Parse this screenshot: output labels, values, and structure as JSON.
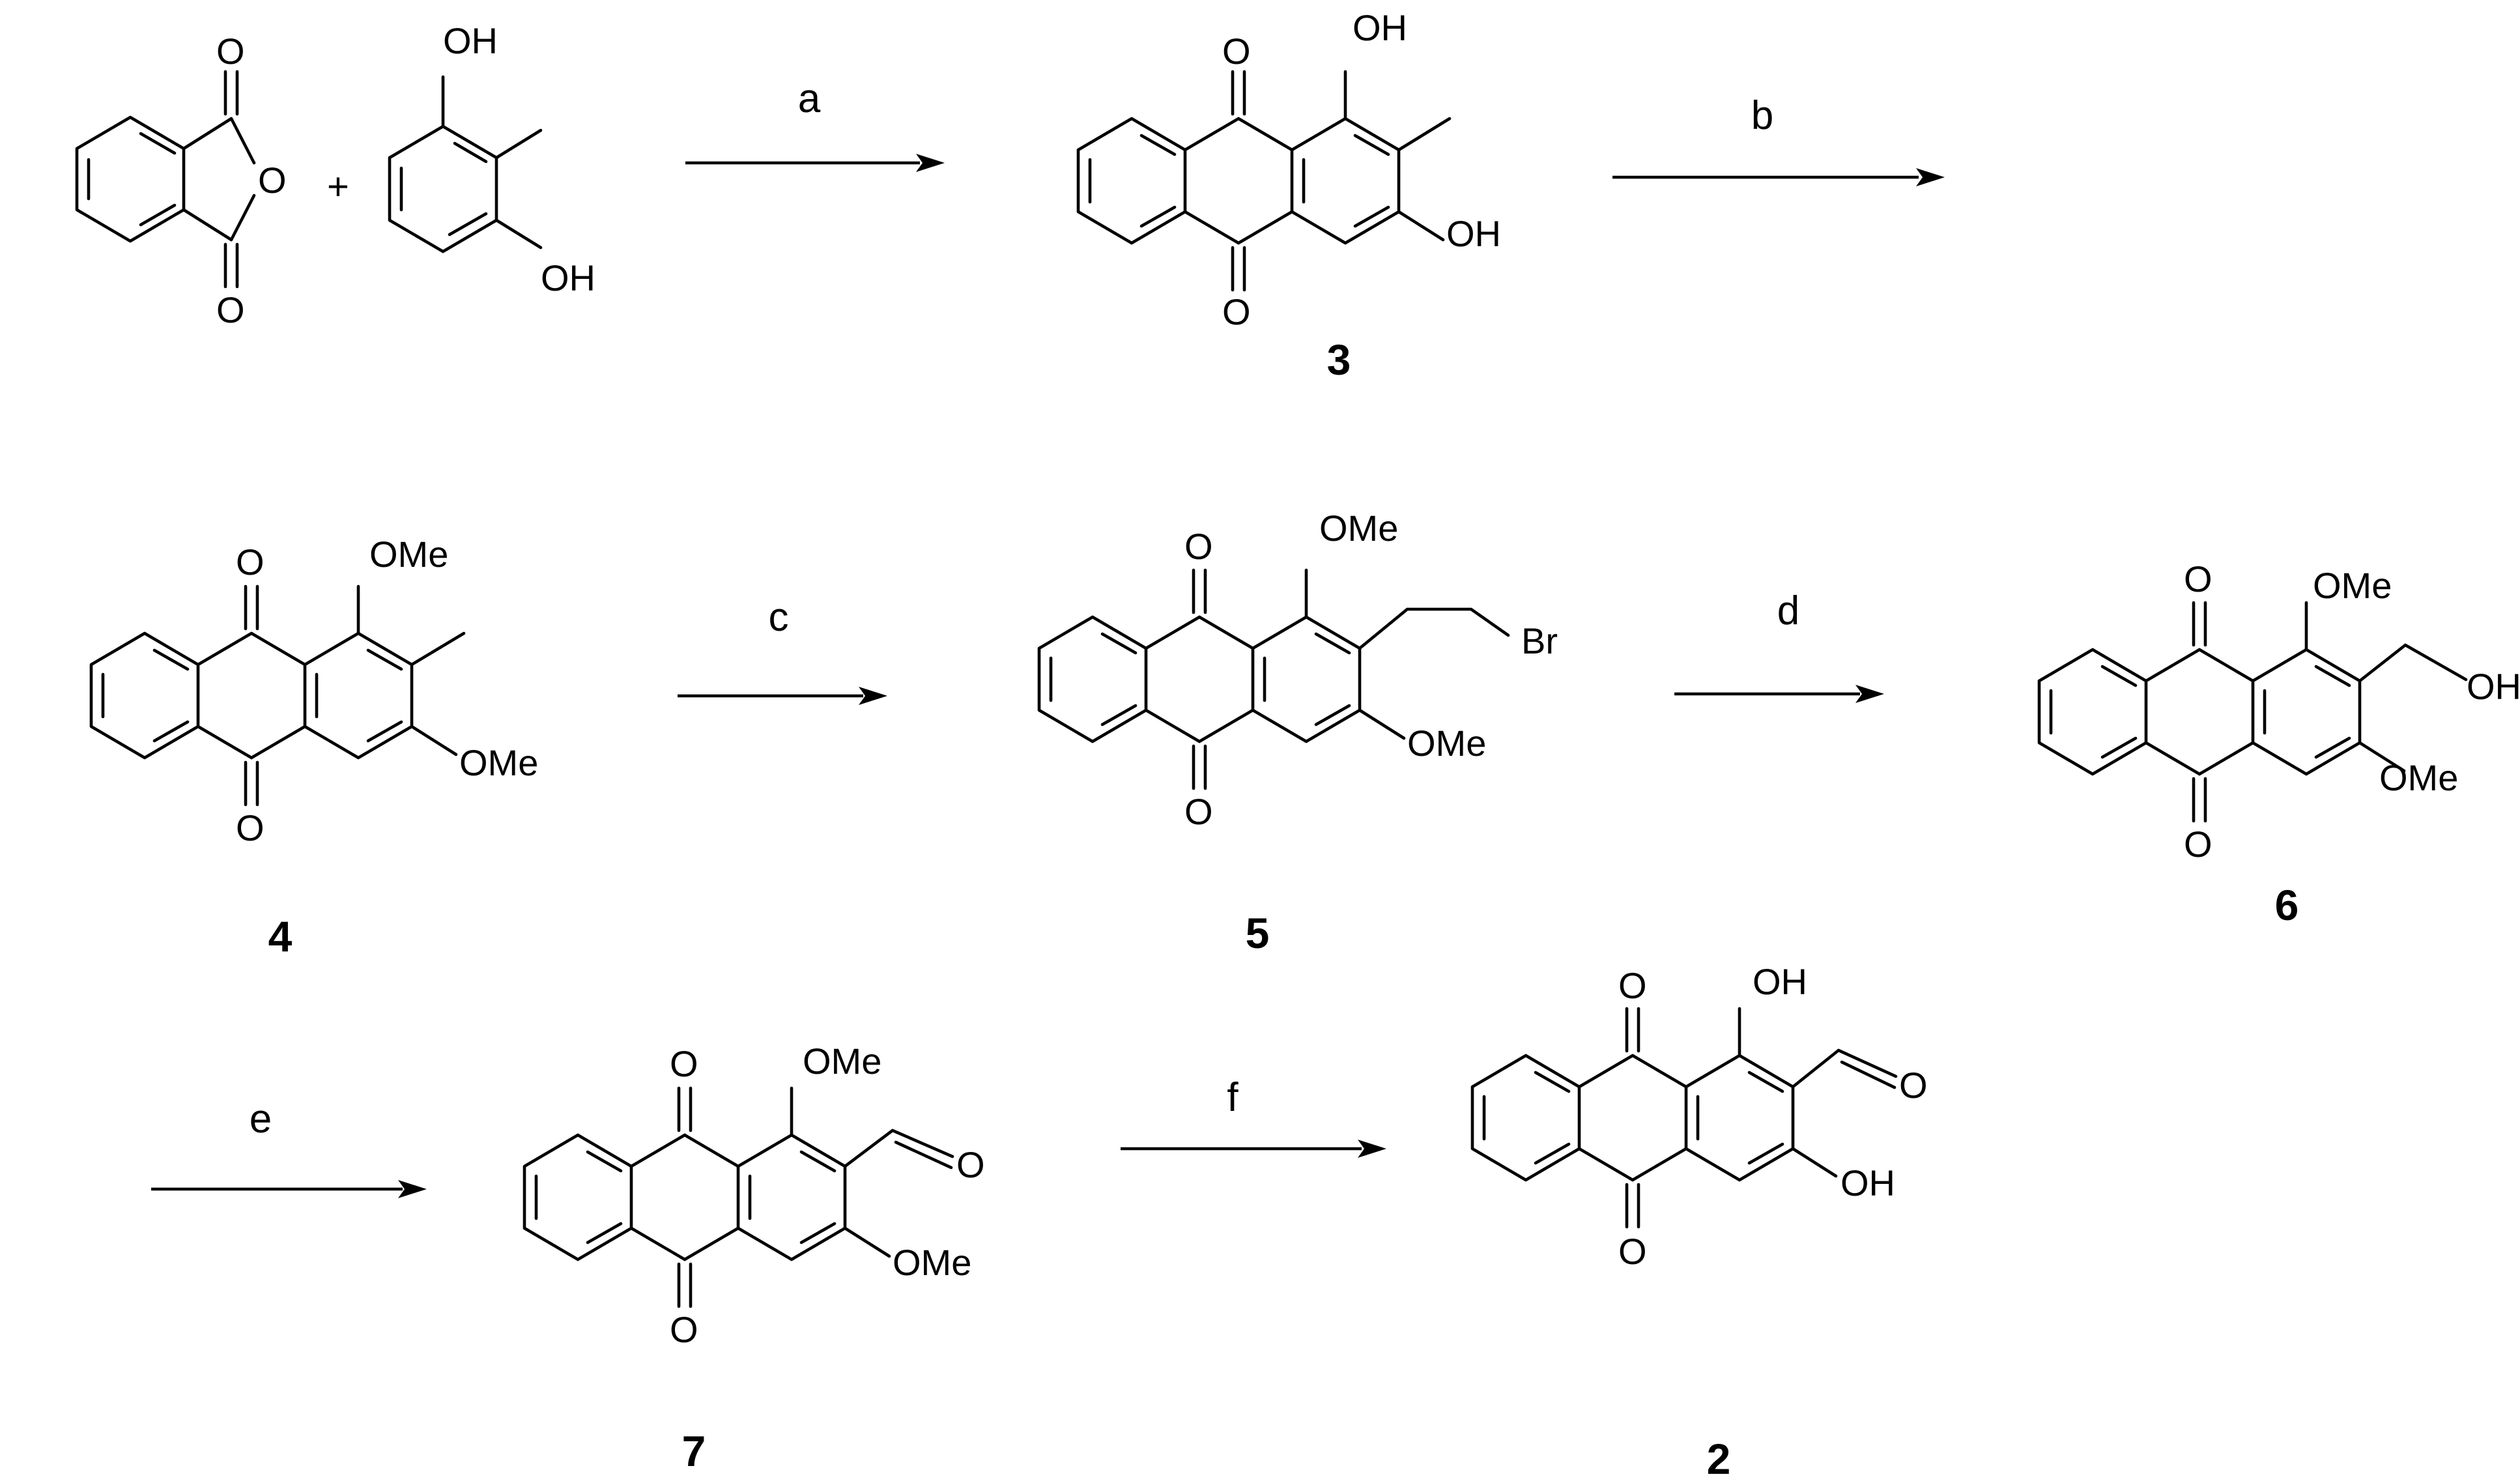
{
  "scheme": {
    "plus_sign": "+",
    "step_labels": [
      "a",
      "b",
      "c",
      "d",
      "e",
      "f"
    ],
    "compound_numbers": {
      "c3": "3",
      "c4": "4",
      "c5": "5",
      "c6": "6",
      "c7": "7",
      "c2": "2"
    },
    "atom_labels": {
      "O": "O",
      "OH": "OH",
      "OMe": "OMe",
      "Br": "Br"
    }
  }
}
